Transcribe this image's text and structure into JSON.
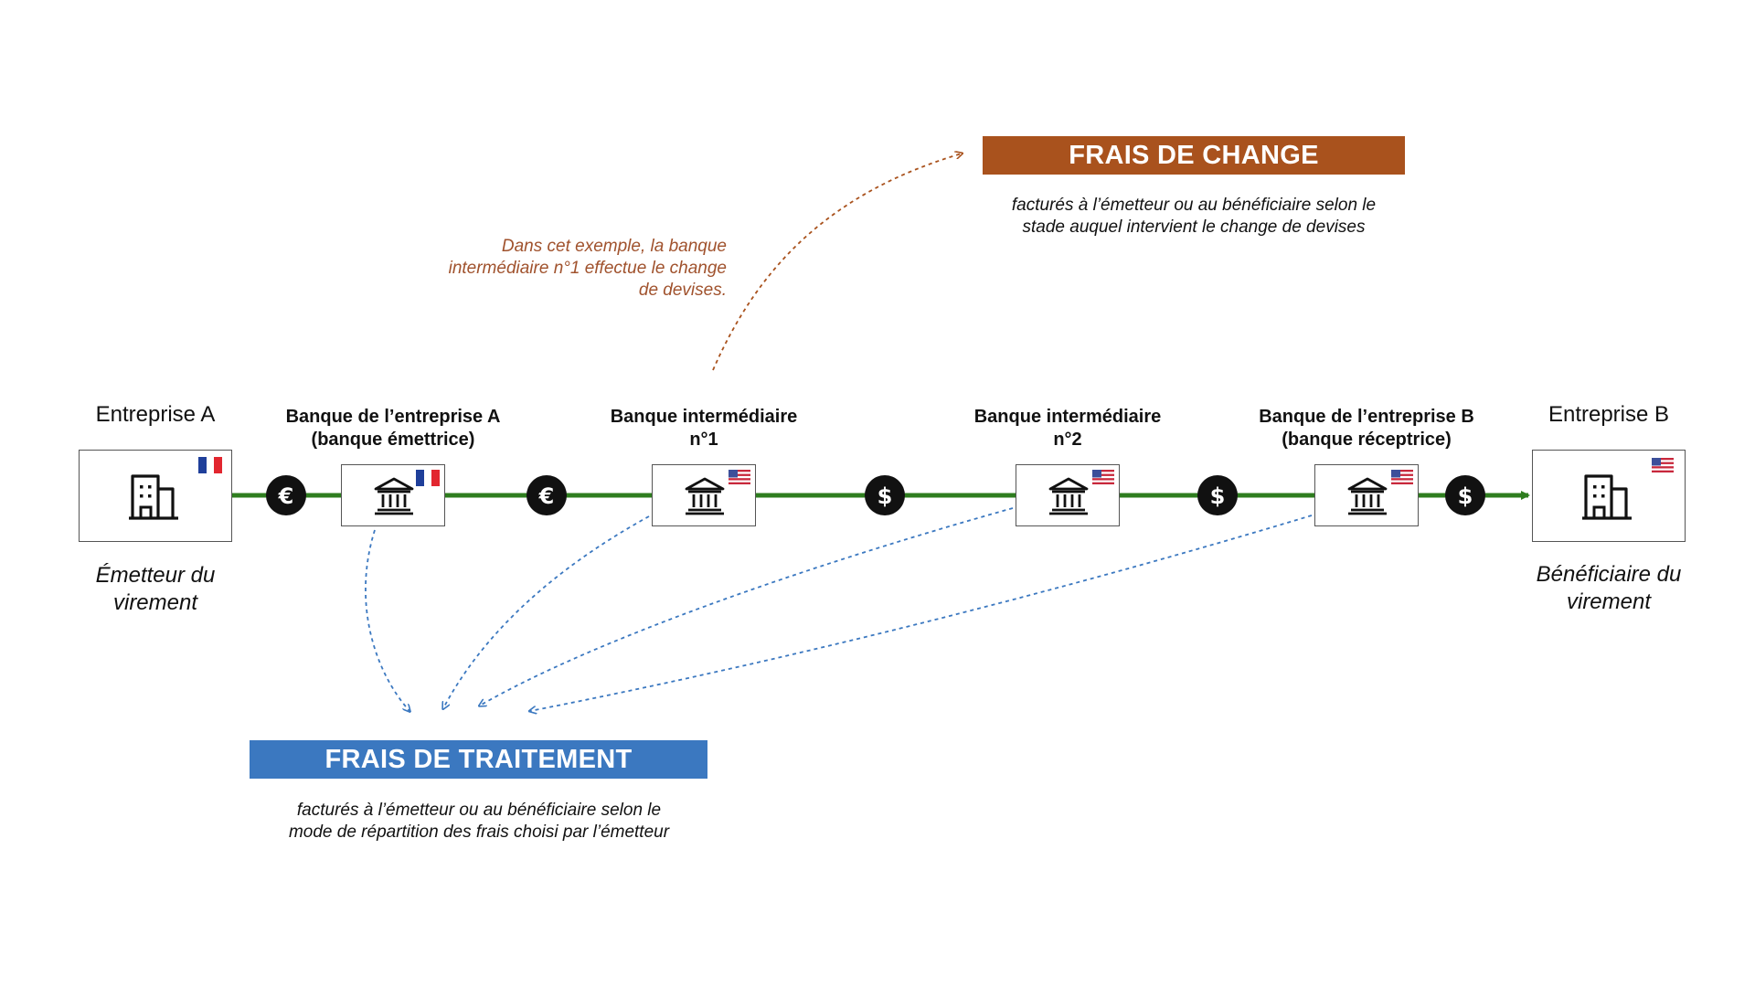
{
  "colors": {
    "flow_line": "#2e7d1f",
    "exchange_accent": "#a9521d",
    "processing_accent": "#3b78c0",
    "coin": "#111111",
    "box_border": "#555555"
  },
  "companies": {
    "a": {
      "name": "Entreprise A",
      "role": "Émetteur du\nvirement",
      "flag": "fr-flag",
      "icon": "building-icon"
    },
    "b": {
      "name": "Entreprise B",
      "role": "Bénéficiaire du\nvirement",
      "flag": "us-flag",
      "icon": "building-icon"
    }
  },
  "banks": [
    {
      "label": "Banque de l’entreprise A\n(banque émettrice)",
      "flag": "fr-flag",
      "icon": "bank-icon"
    },
    {
      "label": "Banque intermédiaire\nn°1",
      "flag": "us-flag",
      "icon": "bank-icon"
    },
    {
      "label": "Banque intermédiaire\nn°2",
      "flag": "us-flag",
      "icon": "bank-icon"
    },
    {
      "label": "Banque de l’entreprise B\n(banque réceptrice)",
      "flag": "us-flag",
      "icon": "bank-icon"
    }
  ],
  "currencies": [
    "€",
    "€",
    "$",
    "$",
    "$"
  ],
  "exchange_fee": {
    "title": "FRAIS DE CHANGE",
    "description": "facturés à l’émetteur ou au bénéficiaire selon le\nstade auquel intervient le change de devises"
  },
  "processing_fee": {
    "title": "FRAIS DE TRAITEMENT",
    "description": "facturés à l’émetteur ou au bénéficiaire selon le\nmode de répartition des frais choisi par l’émetteur"
  },
  "note": "Dans cet exemple, la banque\nintermédiaire n°1 effectue le change\nde devises."
}
